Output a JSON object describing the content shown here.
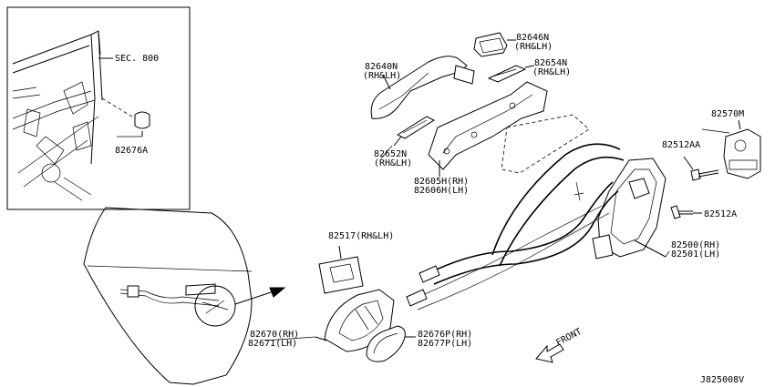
{
  "diagram": {
    "inset_label": "SEC. 800",
    "footer_code": "J825008V",
    "front_label": "FRONT"
  },
  "parts": [
    {
      "id": "p82676a",
      "lines": [
        "82676A"
      ]
    },
    {
      "id": "p82640n",
      "lines": [
        "82640N",
        "(RH&LH)"
      ]
    },
    {
      "id": "p82646n",
      "lines": [
        "82646N",
        "(RH&LH)"
      ]
    },
    {
      "id": "p82654n",
      "lines": [
        "82654N",
        "(RH&LH)"
      ]
    },
    {
      "id": "p82652n",
      "lines": [
        "82652N",
        "(RH&LH)"
      ]
    },
    {
      "id": "p82605h",
      "lines": [
        "82605H(RH)",
        "82606H(LH)"
      ]
    },
    {
      "id": "p82570m",
      "lines": [
        "82570M"
      ]
    },
    {
      "id": "p82512aa",
      "lines": [
        "82512AA"
      ]
    },
    {
      "id": "p82512a",
      "lines": [
        "82512A"
      ]
    },
    {
      "id": "p82500",
      "lines": [
        "82500(RH)",
        "82501(LH)"
      ]
    },
    {
      "id": "p82517",
      "lines": [
        "82517(RH&LH)"
      ]
    },
    {
      "id": "p82670",
      "lines": [
        "82670(RH)",
        "82671(LH)"
      ]
    },
    {
      "id": "p82676p",
      "lines": [
        "82676P(RH)",
        "82677P(LH)"
      ]
    }
  ]
}
